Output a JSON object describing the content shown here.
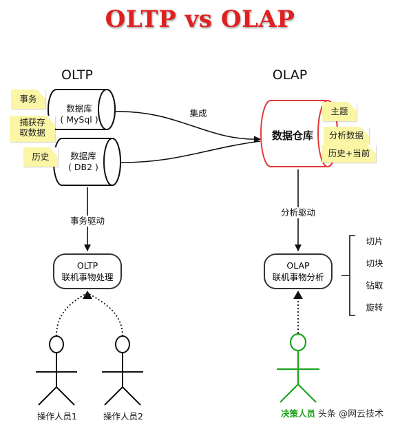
{
  "title": "OLTP vs OLAP",
  "oltp": {
    "header": "OLTP",
    "db1": {
      "line1": "数据库",
      "line2": "( MySql )"
    },
    "db2": {
      "line1": "数据库",
      "line2": "( DB2 )"
    },
    "notes": [
      "事务",
      "捕获存",
      "取数据",
      "历史"
    ],
    "edge_label": "事务驱动",
    "process": {
      "line1": "OLTP",
      "line2": "联机事物处理"
    },
    "actors": [
      "操作人员1",
      "操作人员2"
    ]
  },
  "olap": {
    "header": "OLAP",
    "warehouse": "数据仓库",
    "notes": [
      "主题",
      "分析数据",
      "历史+当前"
    ],
    "edge_label": "分析驱动",
    "process": {
      "line1": "OLAP",
      "line2": "联机事物分析"
    },
    "operations": [
      "切片",
      "切块",
      "钻取",
      "旋转"
    ],
    "actor": "决策人员"
  },
  "integration_label": "集成",
  "watermark": "头条 @网云技术",
  "colors": {
    "title": "#e02020",
    "warehouse_border": "#e43a3a",
    "note": "#fbf6a6",
    "decision_actor": "#1aa31a"
  }
}
